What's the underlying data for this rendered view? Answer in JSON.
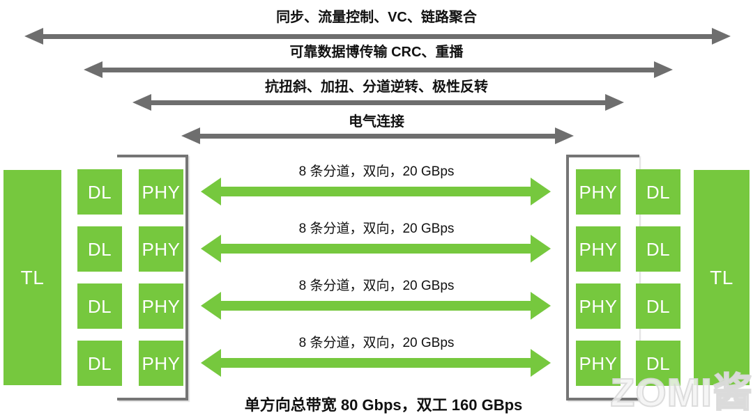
{
  "colors": {
    "green": "#76C83E",
    "gray": "#6E6E6E",
    "ink": "#111111"
  },
  "top_arrows": [
    {
      "label": "同步、流量控制、VC、链路聚合"
    },
    {
      "label": "可靠数据博传输 CRC、重播"
    },
    {
      "label": "抗扭斜、加扭、分道逆转、极性反转"
    },
    {
      "label": "电气连接"
    }
  ],
  "endpoints": {
    "left": {
      "tl": "TL",
      "dl": "DL",
      "phy": "PHY"
    },
    "right": {
      "tl": "TL",
      "dl": "DL",
      "phy": "PHY"
    }
  },
  "lanes": [
    {
      "label": "8 条分道，双向，20 GBps"
    },
    {
      "label": "8 条分道，双向，20 GBps"
    },
    {
      "label": "8 条分道，双向，20 GBps"
    },
    {
      "label": "8 条分道，双向，20 GBps"
    }
  ],
  "footer": "单方向总带宽 80 Gbps，双工 160 GBps",
  "watermark": "ZOMI酱"
}
